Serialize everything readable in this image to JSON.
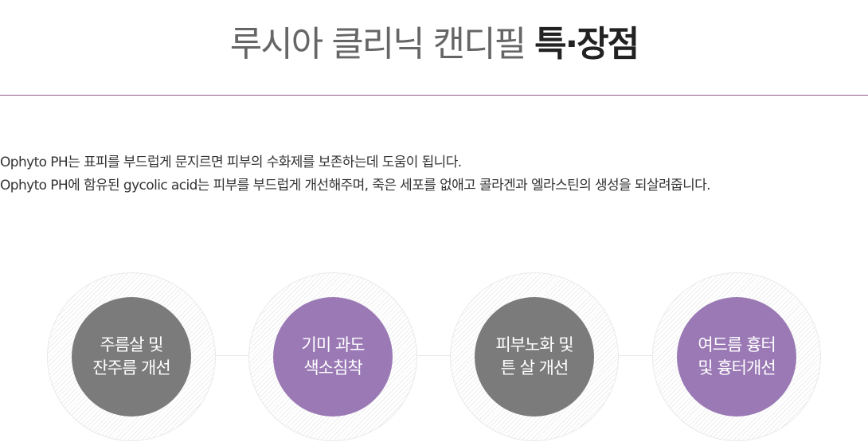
{
  "title": {
    "light": "루시아 클리닉 캔디필 ",
    "bold": "특·장점"
  },
  "description": {
    "line1": "Ophyto PH는 표피를 부드럽게 문지르면 피부의 수화제를 보존하는데 도움이 됩니다.",
    "line2": "Ophyto PH에 함유된 gycolic acid는 피부를 부드럽게 개선해주며, 죽은 세포를 없애고 콜라겐과 엘라스틴의 생성을 되살려줍니다."
  },
  "features": [
    {
      "line1": "주름살 및",
      "line2": "잔주름 개선",
      "color": "#7b7b7b"
    },
    {
      "line1": "기미 과도",
      "line2": "색소침착",
      "color": "#9a79b5"
    },
    {
      "line1": "피부노화 및",
      "line2": "튼 살 개선",
      "color": "#7b7b7b"
    },
    {
      "line1": "여드름 흉터",
      "line2": "및 흉터개선",
      "color": "#9a79b5"
    }
  ],
  "colors": {
    "divider": "#8a5a8a",
    "gray": "#7b7b7b",
    "purple": "#9a79b5"
  }
}
